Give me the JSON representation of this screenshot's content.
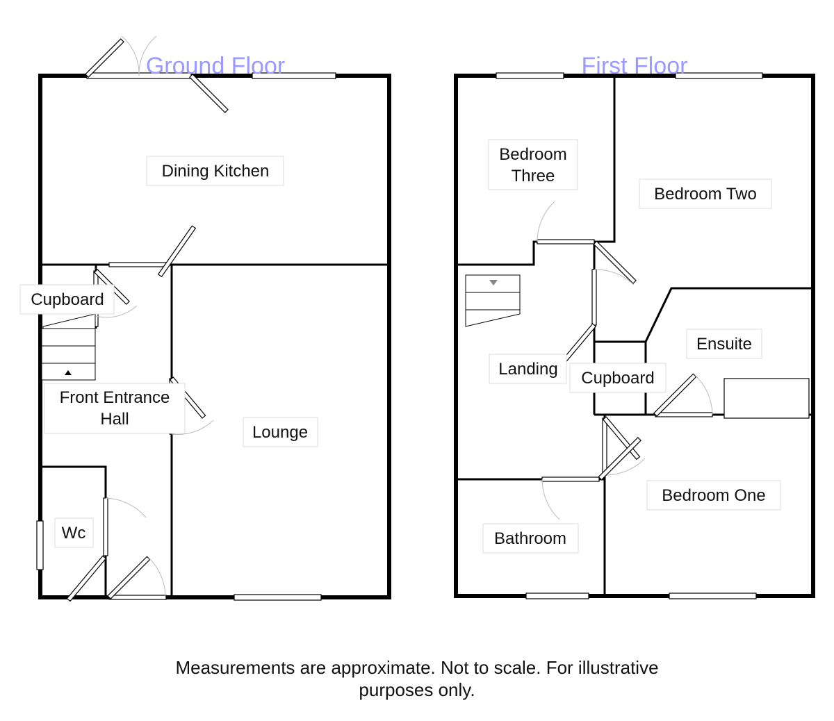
{
  "floors": {
    "ground": {
      "title": "Ground Floor",
      "rooms": {
        "dining_kitchen": "Dining Kitchen",
        "cupboard": "Cupboard",
        "hall_line1": "Front Entrance",
        "hall_line2": "Hall",
        "lounge": "Lounge",
        "wc": "Wc"
      }
    },
    "first": {
      "title": "First Floor",
      "rooms": {
        "bedroom_three_line1": "Bedroom",
        "bedroom_three_line2": "Three",
        "bedroom_two": "Bedroom Two",
        "ensuite": "Ensuite",
        "landing": "Landing",
        "cupboard": "Cupboard",
        "bedroom_one": "Bedroom One",
        "bathroom": "Bathroom"
      }
    }
  },
  "disclaimer": {
    "line1": "Measurements are approximate. Not to scale. For illustrative",
    "line2": "purposes only."
  }
}
